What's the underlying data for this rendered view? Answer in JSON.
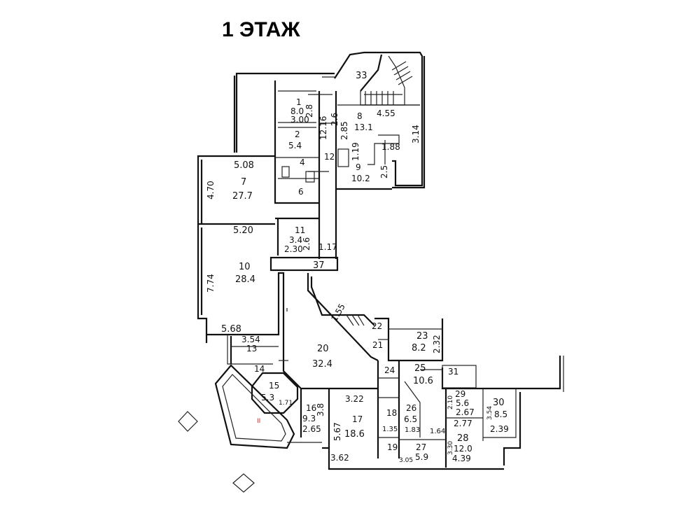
{
  "title": "1 ЭТАЖ",
  "colors": {
    "walls": "#111111",
    "mark": "#dd2222"
  },
  "labels": {
    "r33": "33",
    "r1": "1",
    "r1_area": "8.0",
    "r1_w": "3.00",
    "r1_h": "2.8",
    "c12_len": "12.16",
    "c_w": "2.6",
    "r8": "8",
    "r8_area": "13.1",
    "r8_w": "4.55",
    "r8_h": "2.85",
    "r8_side": "3.14",
    "r2": "2",
    "r2_area": "5.4",
    "r12": "12",
    "r4": "4",
    "r6": "6",
    "r7_w": "5.08",
    "r7": "7",
    "r7_area": "27.7",
    "r7_h": "4.70",
    "r9_d1": "1.19",
    "r9_d2": "1.88",
    "r9": "9",
    "r9_area": "10.2",
    "r9_h": "2.5",
    "r10_w": "5.20",
    "r11": "11",
    "r11_area": "3.4",
    "r11_w": "2.30",
    "r11_h": "2.6",
    "r11_d": "1.17",
    "r37": "37",
    "r10": "10",
    "r10_area": "28.4",
    "r10_h": "7.74",
    "stair_w": "1.55",
    "r10_b": "5.68",
    "r13_w": "3.54",
    "r13": "13",
    "r22": "22",
    "r23": "23",
    "r23_area": "8.2",
    "r23_h": "2.32",
    "r21": "21",
    "r20": "20",
    "r20_area": "32.4",
    "r14": "14",
    "r24": "24",
    "r25": "25",
    "r25_area": "10.6",
    "r31": "31",
    "r15": "15",
    "r15_area": "5.3",
    "r15_d": "1.71",
    "r16": "16",
    "r16_area": "9.3",
    "r16_w": "2.65",
    "r16_h": "3.8",
    "r17_w": "3.22",
    "r17": "17",
    "r17_area": "18.6",
    "r17_h": "5.67",
    "r18": "18",
    "r18_d": "1.35",
    "r26": "26",
    "r26_area": "6.5",
    "r26_d": "1.83",
    "d164": "1.64",
    "r29": "29",
    "r29_area": "5.6",
    "r29_w": "2.67",
    "r29_h": "2.10",
    "r30": "30",
    "r30_area": "8.5",
    "r30_w": "2.39",
    "r30_h": "3.54",
    "r28_w": "2.77",
    "r28": "28",
    "r28_area": "12.0",
    "r28_d": "4.39",
    "r28_h": "3.30",
    "r19": "19",
    "r27": "27",
    "r27_area": "5.9",
    "r27_d": "3.05",
    "r17_b": "3.62",
    "bay_mark": "II"
  }
}
